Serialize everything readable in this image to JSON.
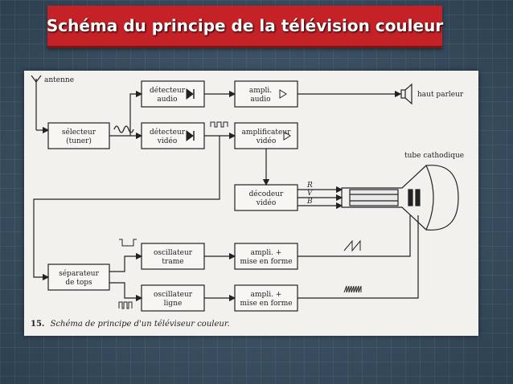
{
  "slide": {
    "title": "Schéma du principe de la télévision couleur"
  },
  "diagram": {
    "antenna_label": "antenne",
    "speaker_label": "haut parleur",
    "crt_label": "tube cathodique",
    "rgb": [
      "R",
      "V",
      "B"
    ],
    "blocks": {
      "detector_audio": [
        "détecteur",
        "audio"
      ],
      "ampli_audio": [
        "ampli.",
        "audio"
      ],
      "selector": [
        "sélecteur",
        "(tuner)"
      ],
      "detector_video": [
        "détecteur",
        "vidéo"
      ],
      "ampli_video": [
        "amplificateur",
        "vidéo"
      ],
      "decoder": [
        "décodeur",
        "vidéo"
      ],
      "separator": [
        "séparateur",
        "de tops"
      ],
      "osc_frame": [
        "oscillateur",
        "trame"
      ],
      "osc_line": [
        "oscillateur",
        "ligne"
      ],
      "ampli_shape_1": [
        "ampli. +",
        "mise en forme"
      ],
      "ampli_shape_2": [
        "ampli. +",
        "mise en forme"
      ]
    },
    "caption_number": "15.",
    "caption_text": "Schéma de principe d'un téléviseur couleur."
  }
}
